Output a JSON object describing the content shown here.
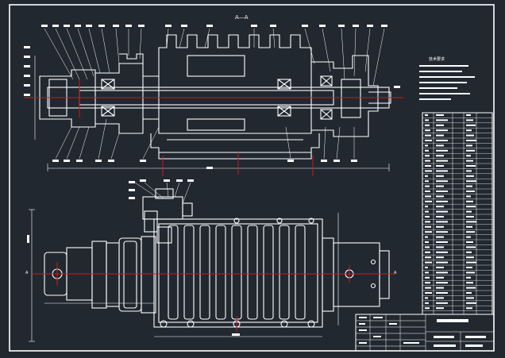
{
  "section_label": "A—A",
  "section_mark": "A",
  "notes_title": "技术要求",
  "colors": {
    "background": "#212830",
    "line": "#ffffff",
    "centerline": "#d01818"
  }
}
